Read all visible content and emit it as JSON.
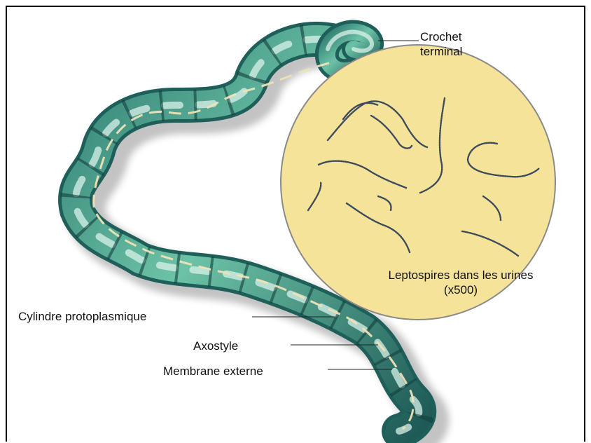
{
  "labels": {
    "crochet_line1": "Crochet",
    "crochet_line2": "terminal",
    "leptospires_line1": "Leptospires dans les urines",
    "leptospires_line2": "(x500)",
    "cylindre": "Cylindre protoplasmique",
    "axostyle": "Axostyle",
    "membrane": "Membrane externe"
  },
  "colors": {
    "bacterium_green": "#4aa38c",
    "bacterium_dark": "#1f5f5a",
    "microscope_field": "#f5e39a",
    "field_border": "#8a8a8a",
    "axostyle_line": "#e8d9a8"
  }
}
